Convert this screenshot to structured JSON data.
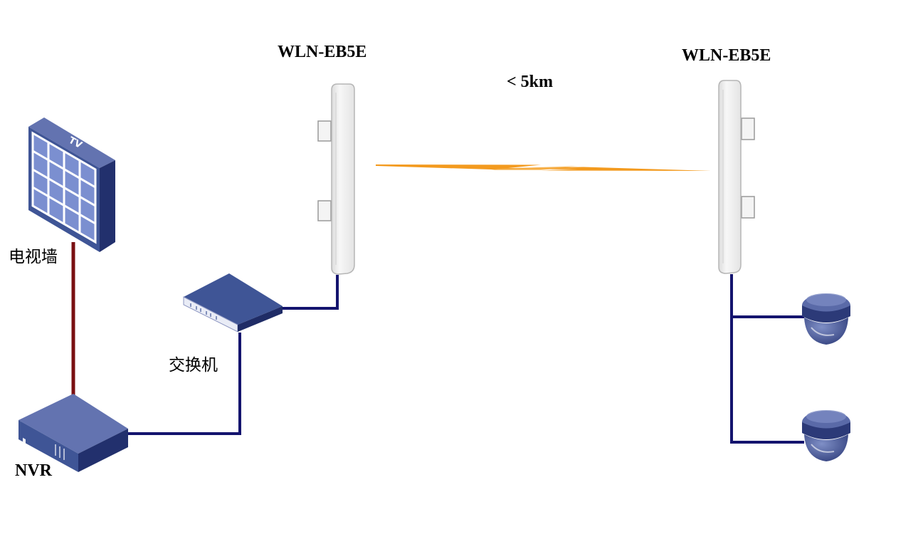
{
  "diagram": {
    "nodes": {
      "tv_wall": {
        "label": "电视墙",
        "screen_text": "TV"
      },
      "switch": {
        "label": "交换机"
      },
      "nvr": {
        "label": "NVR"
      },
      "bridge_left": {
        "label": "WLN-EB5E"
      },
      "bridge_right": {
        "label": "WLN-EB5E"
      },
      "camera_1": {},
      "camera_2": {}
    },
    "link": {
      "distance_label": "< 5km"
    },
    "colors": {
      "device_blue": "#3f5596",
      "device_blue_dark": "#1f2c66",
      "device_blue_top": "#6373b0",
      "cable_blue": "#14146e",
      "cable_red": "#7a0f12",
      "wireless_orange": "#f39a1e",
      "bridge_white": "#f2f2f2"
    }
  }
}
